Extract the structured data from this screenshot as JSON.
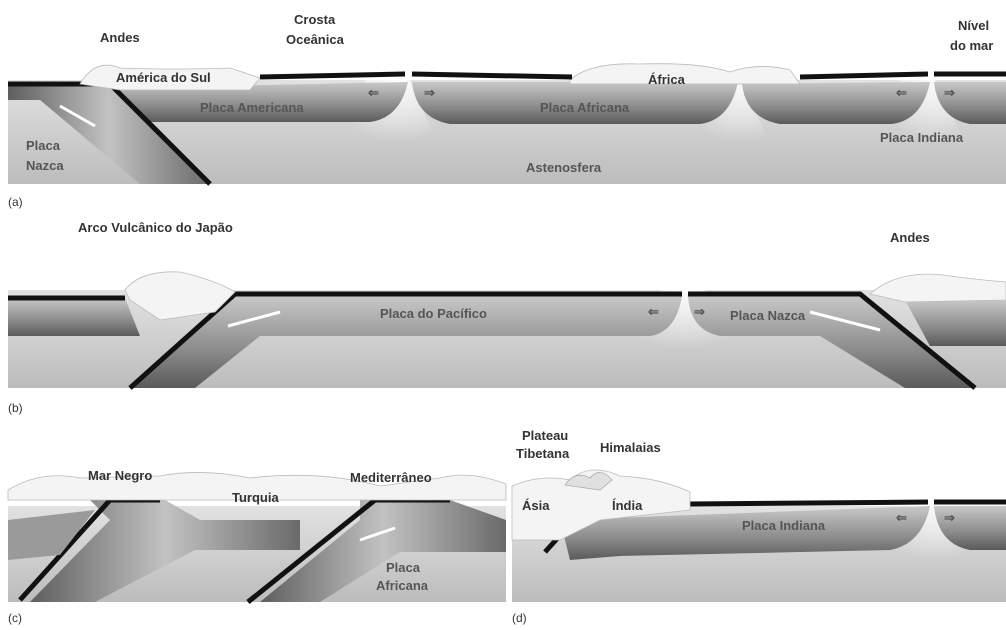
{
  "panel_a": {
    "caption": "(a)",
    "andes": "Andes",
    "crosta_line1": "Crosta",
    "crosta_line2": "Oceânica",
    "nivel_line1": "Nível",
    "nivel_line2": "do mar",
    "america_do_sul": "América do Sul",
    "africa": "África",
    "placa_americana": "Placa Americana",
    "placa_africana": "Placa Africana",
    "placa_nazca_line1": "Placa",
    "placa_nazca_line2": "Nazca",
    "placa_indiana": "Placa Indiana",
    "astenosfera": "Astenosfera"
  },
  "panel_b": {
    "caption": "(b)",
    "arco": "Arco Vulcânico do Japão",
    "andes": "Andes",
    "placa_pacifico": "Placa do Pacífico",
    "placa_nazca": "Placa Nazca"
  },
  "panel_c": {
    "caption": "(c)",
    "mar_negro": "Mar Negro",
    "mediterraneo": "Mediterrâneo",
    "turquia": "Turquia",
    "placa_africana_line1": "Placa",
    "placa_africana_line2": "Africana"
  },
  "panel_d": {
    "caption": "(d)",
    "plateau_line1": "Plateau",
    "plateau_line2": "Tibetana",
    "himalaias": "Himalaias",
    "asia": "Ásia",
    "india": "Índia",
    "placa_indiana": "Placa Indiana"
  },
  "colors": {
    "plate_dark": "#6e6e6e",
    "plate_light": "#bdbdbd",
    "asthenosphere": "#cfcfcf",
    "crust": "#111111",
    "continent": "#f4f4f4"
  }
}
